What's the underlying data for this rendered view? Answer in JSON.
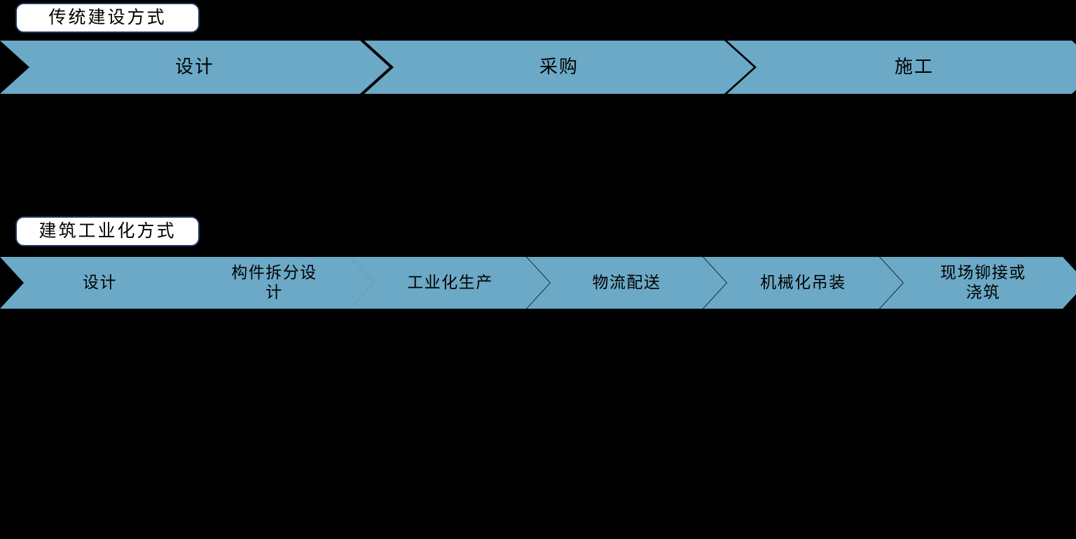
{
  "diagram": {
    "title_traditional": "传统建设方式",
    "title_industrial": "建筑工业化方式",
    "accent_color": "#6BA9C6",
    "label_border_color": "#1F3864",
    "label_fill_color": "#FFFFFF",
    "background_color": "#000000",
    "text_color": "#000000"
  },
  "rows": [
    {
      "name": "traditional",
      "label": "传统建设方式",
      "steps": [
        {
          "label": "设计"
        },
        {
          "label": "采购"
        },
        {
          "label": "施工"
        }
      ]
    },
    {
      "name": "industrial",
      "label": "建筑工业化方式",
      "steps": [
        {
          "label": "设计"
        },
        {
          "label": "构件拆分设\n计"
        },
        {
          "label": "工业化生产"
        },
        {
          "label": "物流配送"
        },
        {
          "label": "机械化吊装"
        },
        {
          "label": "现场铆接或\n浇筑"
        }
      ]
    }
  ]
}
